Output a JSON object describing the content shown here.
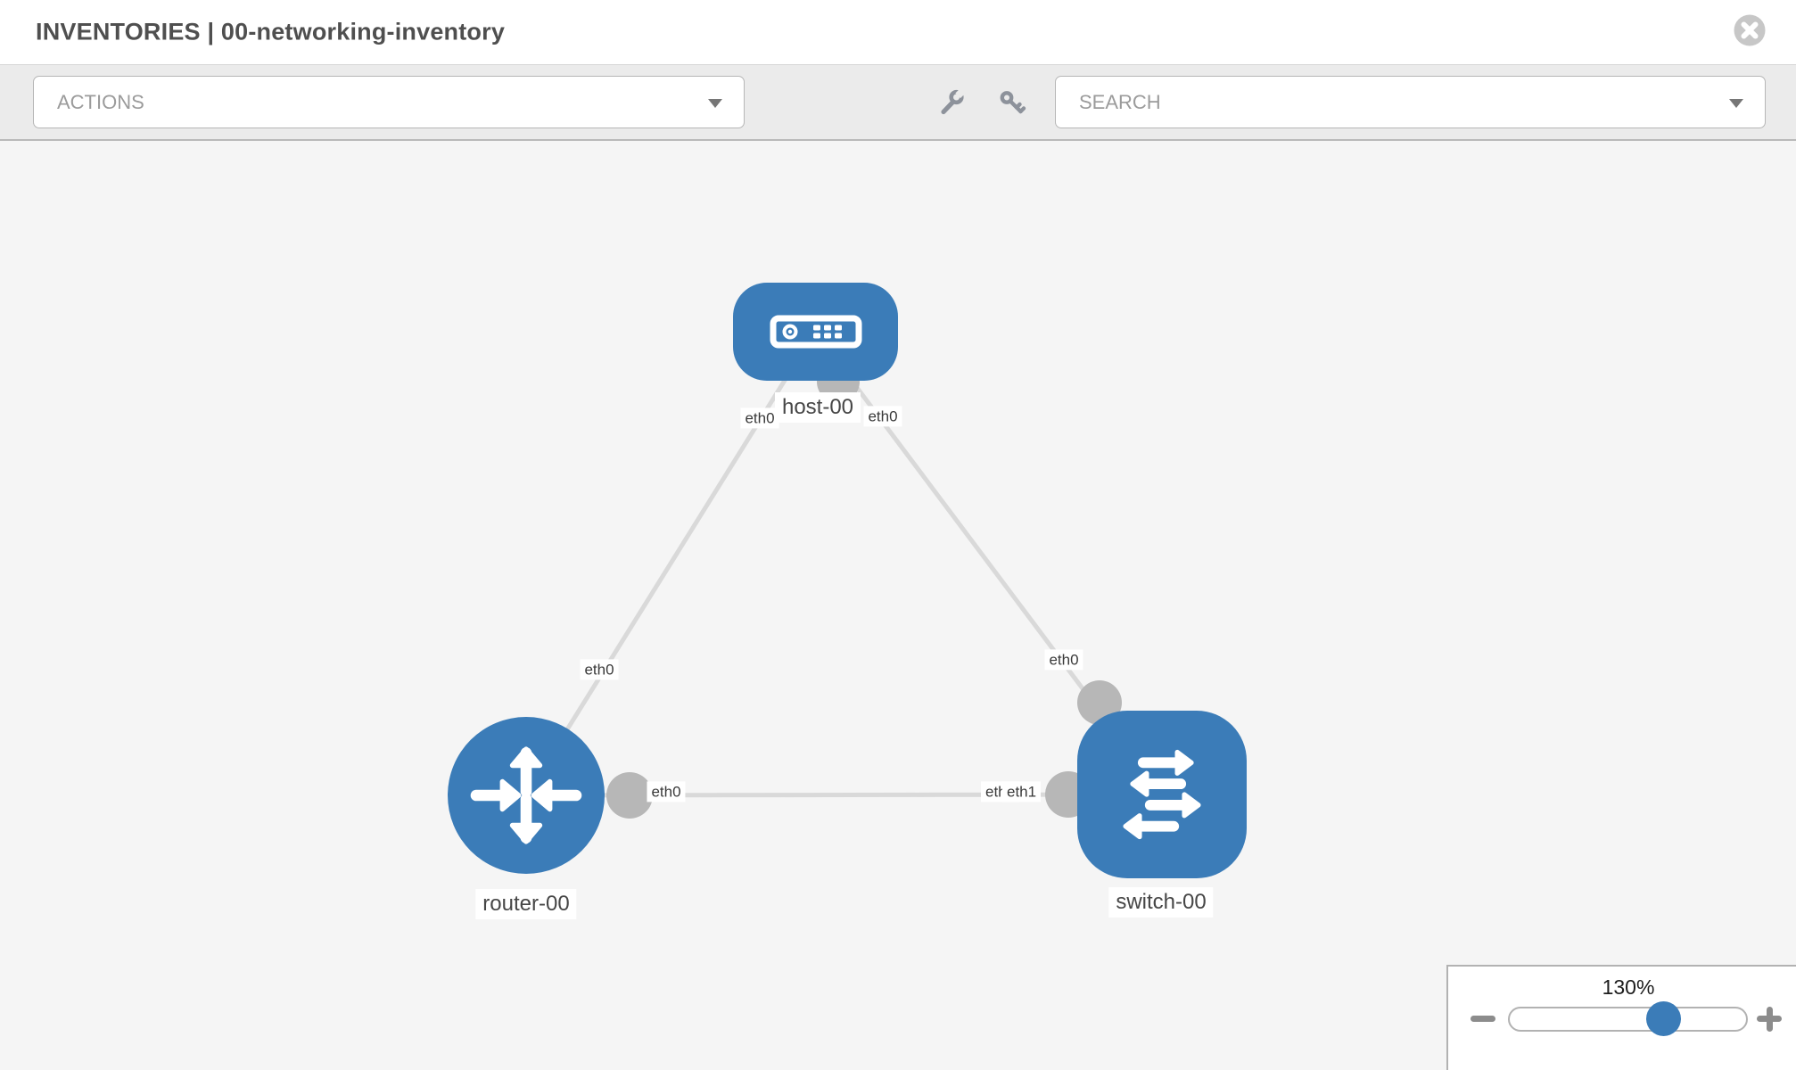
{
  "header": {
    "title": "INVENTORIES | 00-networking-inventory"
  },
  "toolbar": {
    "actions_label": "ACTIONS",
    "search_label": "SEARCH"
  },
  "topology": {
    "nodes": [
      {
        "label": "host-00",
        "type": "host"
      },
      {
        "label": "router-00",
        "type": "router"
      },
      {
        "label": "switch-00",
        "type": "switch"
      }
    ],
    "links": [
      {
        "from": "host-00",
        "to": "router-00",
        "from_if": "eth0",
        "to_if": "eth0"
      },
      {
        "from": "host-00",
        "to": "switch-00",
        "from_if": "eth0",
        "to_if": "eth0"
      },
      {
        "from": "router-00",
        "to": "switch-00",
        "from_if": "eth0",
        "to_if_overlap": [
          "eth0",
          "eth1"
        ]
      }
    ]
  },
  "zoom": {
    "level": "130%"
  },
  "icons": {
    "close": "x-circle-icon",
    "wrench": "wrench-icon",
    "key": "key-icon",
    "caret": "caret-down-icon",
    "zoom_out": "minus-icon",
    "zoom_in": "plus-icon"
  },
  "colors": {
    "node_accent": "#3b7cb8",
    "link": "#d9d9d9",
    "interface_dot": "#b7b7b7",
    "canvas_bg": "#f5f5f5",
    "toolbar_bg": "#ebebeb"
  }
}
